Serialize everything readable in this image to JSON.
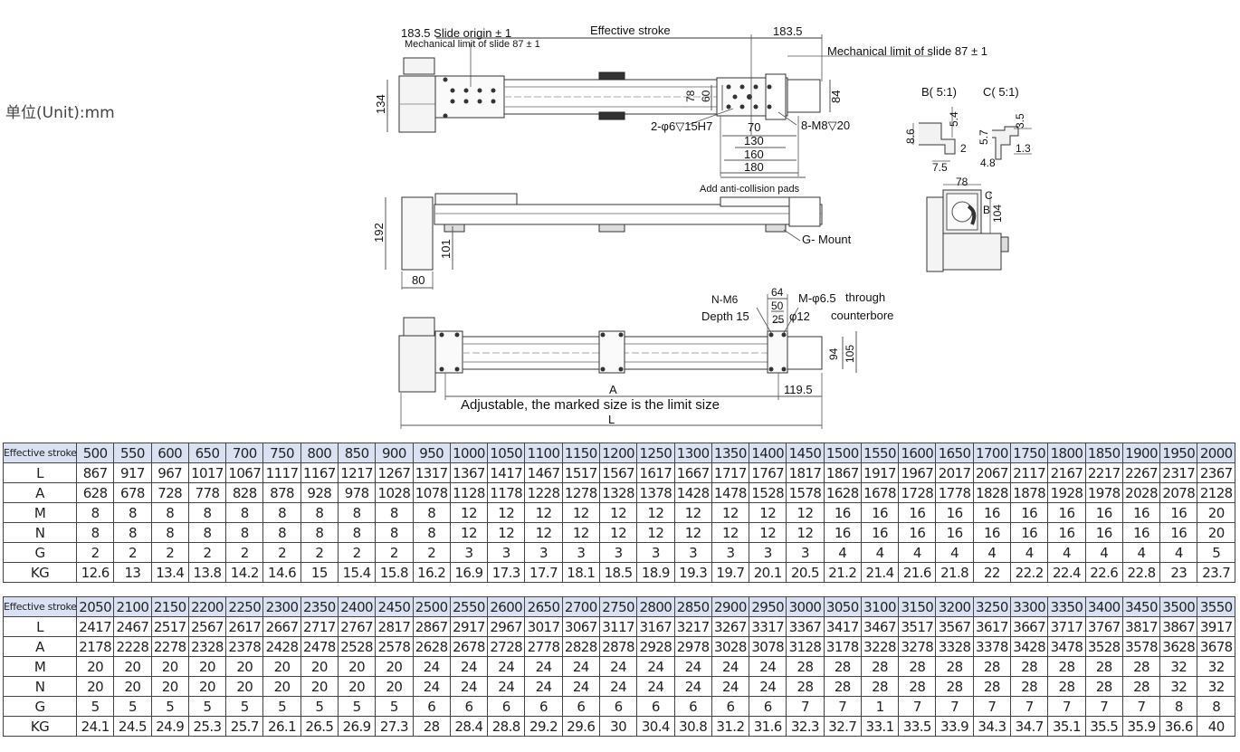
{
  "unit_label": "单位(Unit):mm",
  "drawing": {
    "top_view": {
      "slide_origin": "183.5 Slide origin ± 1",
      "mech_limit_left": "Mechanical limit of slide 87 ± 1",
      "effective_stroke": "Effective stroke",
      "dim_183_5": "183.5",
      "mech_limit_right": "Mechanical limit of slide 87 ± 1",
      "dim_134": "134",
      "dim_78": "78",
      "dim_60": "60",
      "dim_84": "84",
      "hole_callout": "2-φ6▽15H7",
      "dim_70": "70",
      "thread_callout": "8-M8▽20",
      "dim_130": "130",
      "dim_160": "160",
      "dim_180": "180"
    },
    "side_view": {
      "anti_collision": "Add anti-collision pads",
      "dim_192": "192",
      "dim_101": "101",
      "dim_80": "80",
      "mount_label": "G- Mount"
    },
    "bottom_view": {
      "n_thread": "N-M6",
      "depth": "Depth 15",
      "dim_64": "64",
      "dim_50": "50",
      "dim_25": "25",
      "m_hole": "M-φ6.5",
      "through": "through",
      "cb_dia": "φ12",
      "counterbore": "counterbore",
      "dim_94": "94",
      "dim_105": "105",
      "dim_A": "A",
      "dim_119_5": "119.5",
      "adjustable_note": "Adjustable, the marked size is the limit size",
      "dim_L": "L"
    },
    "detail_views": {
      "b_title": "B( 5:1)",
      "c_title": "C( 5:1)",
      "b_5_4": "5.4",
      "b_8_6": "8.6",
      "b_2": "2",
      "b_7_5": "7.5",
      "c_3_5": "3.5",
      "c_5_7": "5.7",
      "c_1_3": "1.3",
      "c_4_8": "4.8",
      "end_78": "78",
      "end_104": "104",
      "end_C": "C",
      "end_B": "B"
    }
  },
  "tables": [
    {
      "rows": [
        {
          "label": "Effective stroke",
          "values": [
            "500",
            "550",
            "600",
            "650",
            "700",
            "750",
            "800",
            "850",
            "900",
            "950",
            "1000",
            "1050",
            "1100",
            "1150",
            "1200",
            "1250",
            "1300",
            "1350",
            "1400",
            "1450",
            "1500",
            "1550",
            "1600",
            "1650",
            "1700",
            "1750",
            "1800",
            "1850",
            "1900",
            "1950",
            "2000"
          ]
        },
        {
          "label": "L",
          "values": [
            "867",
            "917",
            "967",
            "1017",
            "1067",
            "1117",
            "1167",
            "1217",
            "1267",
            "1317",
            "1367",
            "1417",
            "1467",
            "1517",
            "1567",
            "1617",
            "1667",
            "1717",
            "1767",
            "1817",
            "1867",
            "1917",
            "1967",
            "2017",
            "2067",
            "2117",
            "2167",
            "2217",
            "2267",
            "2317",
            "2367"
          ]
        },
        {
          "label": "A",
          "values": [
            "628",
            "678",
            "728",
            "778",
            "828",
            "878",
            "928",
            "978",
            "1028",
            "1078",
            "1128",
            "1178",
            "1228",
            "1278",
            "1328",
            "1378",
            "1428",
            "1478",
            "1528",
            "1578",
            "1628",
            "1678",
            "1728",
            "1778",
            "1828",
            "1878",
            "1928",
            "1978",
            "2028",
            "2078",
            "2128"
          ]
        },
        {
          "label": "M",
          "values": [
            "8",
            "8",
            "8",
            "8",
            "8",
            "8",
            "8",
            "8",
            "8",
            "8",
            "12",
            "12",
            "12",
            "12",
            "12",
            "12",
            "12",
            "12",
            "12",
            "12",
            "16",
            "16",
            "16",
            "16",
            "16",
            "16",
            "16",
            "16",
            "16",
            "16",
            "20"
          ]
        },
        {
          "label": "N",
          "values": [
            "8",
            "8",
            "8",
            "8",
            "8",
            "8",
            "8",
            "8",
            "8",
            "8",
            "12",
            "12",
            "12",
            "12",
            "12",
            "12",
            "12",
            "12",
            "12",
            "12",
            "16",
            "16",
            "16",
            "16",
            "16",
            "16",
            "16",
            "16",
            "16",
            "16",
            "20"
          ]
        },
        {
          "label": "G",
          "values": [
            "2",
            "2",
            "2",
            "2",
            "2",
            "2",
            "2",
            "2",
            "2",
            "2",
            "3",
            "3",
            "3",
            "3",
            "3",
            "3",
            "3",
            "3",
            "3",
            "3",
            "4",
            "4",
            "4",
            "4",
            "4",
            "4",
            "4",
            "4",
            "4",
            "4",
            "5"
          ]
        },
        {
          "label": "KG",
          "values": [
            "12.6",
            "13",
            "13.4",
            "13.8",
            "14.2",
            "14.6",
            "15",
            "15.4",
            "15.8",
            "16.2",
            "16.9",
            "17.3",
            "17.7",
            "18.1",
            "18.5",
            "18.9",
            "19.3",
            "19.7",
            "20.1",
            "20.5",
            "21.2",
            "21.4",
            "21.6",
            "21.8",
            "22",
            "22.2",
            "22.4",
            "22.6",
            "22.8",
            "23",
            "23.7"
          ]
        }
      ]
    },
    {
      "rows": [
        {
          "label": "Effective stroke",
          "values": [
            "2050",
            "2100",
            "2150",
            "2200",
            "2250",
            "2300",
            "2350",
            "2400",
            "2450",
            "2500",
            "2550",
            "2600",
            "2650",
            "2700",
            "2750",
            "2800",
            "2850",
            "2900",
            "2950",
            "3000",
            "3050",
            "3100",
            "3150",
            "3200",
            "3250",
            "3300",
            "3350",
            "3400",
            "3450",
            "3500",
            "3550"
          ]
        },
        {
          "label": "L",
          "values": [
            "2417",
            "2467",
            "2517",
            "2567",
            "2617",
            "2667",
            "2717",
            "2767",
            "2817",
            "2867",
            "2917",
            "2967",
            "3017",
            "3067",
            "3117",
            "3167",
            "3217",
            "3267",
            "3317",
            "3367",
            "3417",
            "3467",
            "3517",
            "3567",
            "3617",
            "3667",
            "3717",
            "3767",
            "3817",
            "3867",
            "3917"
          ]
        },
        {
          "label": "A",
          "values": [
            "2178",
            "2228",
            "2278",
            "2328",
            "2378",
            "2428",
            "2478",
            "2528",
            "2578",
            "2628",
            "2678",
            "2728",
            "2778",
            "2828",
            "2878",
            "2928",
            "2978",
            "3028",
            "3078",
            "3128",
            "3178",
            "3228",
            "3278",
            "3328",
            "3378",
            "3428",
            "3478",
            "3528",
            "3578",
            "3628",
            "3678"
          ]
        },
        {
          "label": "M",
          "values": [
            "20",
            "20",
            "20",
            "20",
            "20",
            "20",
            "20",
            "20",
            "20",
            "24",
            "24",
            "24",
            "24",
            "24",
            "24",
            "24",
            "24",
            "24",
            "24",
            "28",
            "28",
            "28",
            "28",
            "28",
            "28",
            "28",
            "28",
            "28",
            "28",
            "32",
            "32"
          ]
        },
        {
          "label": "N",
          "values": [
            "20",
            "20",
            "20",
            "20",
            "20",
            "20",
            "20",
            "20",
            "20",
            "24",
            "24",
            "24",
            "24",
            "24",
            "24",
            "24",
            "24",
            "24",
            "24",
            "28",
            "28",
            "28",
            "28",
            "28",
            "28",
            "28",
            "28",
            "28",
            "28",
            "32",
            "32"
          ]
        },
        {
          "label": "G",
          "values": [
            "5",
            "5",
            "5",
            "5",
            "5",
            "5",
            "5",
            "5",
            "5",
            "6",
            "6",
            "6",
            "6",
            "6",
            "6",
            "6",
            "6",
            "6",
            "6",
            "7",
            "7",
            "1",
            "7",
            "7",
            "7",
            "7",
            "7",
            "7",
            "7",
            "8",
            "8"
          ]
        },
        {
          "label": "KG",
          "values": [
            "24.1",
            "24.5",
            "24.9",
            "25.3",
            "25.7",
            "26.1",
            "26.5",
            "26.9",
            "27.3",
            "28",
            "28.4",
            "28.8",
            "29.2",
            "29.6",
            "30",
            "30.4",
            "30.8",
            "31.2",
            "31.6",
            "32.3",
            "32.7",
            "33.1",
            "33.5",
            "33.9",
            "34.3",
            "34.7",
            "35.1",
            "35.5",
            "35.9",
            "36.6",
            "40"
          ]
        }
      ]
    }
  ]
}
